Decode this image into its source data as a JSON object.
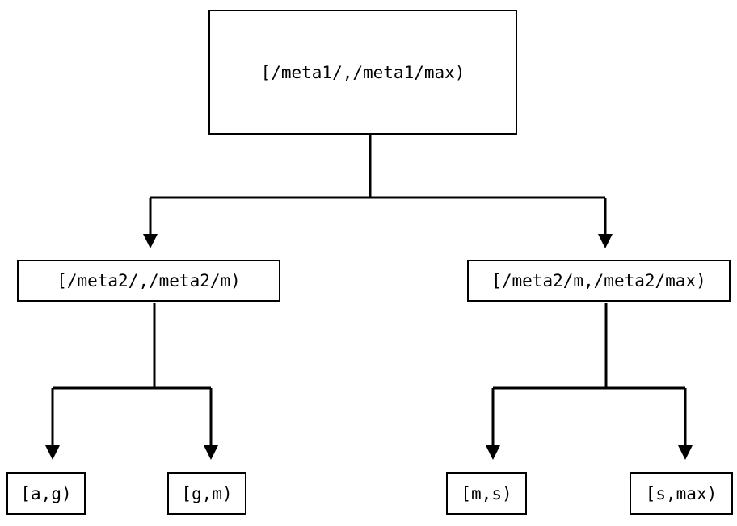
{
  "diagram": {
    "kind": "range-partition-tree",
    "background_color": "#ffffff",
    "line_color": "#000000",
    "box_fill": "#ffffff",
    "nodes": {
      "root": {
        "label": "[/meta1/,/meta1/max)"
      },
      "mid_left": {
        "label": "[/meta2/,/meta2/m)"
      },
      "mid_right": {
        "label": "[/meta2/m,/meta2/max)"
      },
      "leaf_1": {
        "label": "[a,g)"
      },
      "leaf_2": {
        "label": "[g,m)"
      },
      "leaf_3": {
        "label": "[m,s)"
      },
      "leaf_4": {
        "label": "[s,max)"
      }
    },
    "edges": [
      {
        "from": "root",
        "to": "mid_left",
        "arrow": "down-triangle"
      },
      {
        "from": "root",
        "to": "mid_right",
        "arrow": "down-triangle"
      },
      {
        "from": "mid_left",
        "to": "leaf_1",
        "arrow": "down-triangle"
      },
      {
        "from": "mid_left",
        "to": "leaf_2",
        "arrow": "down-triangle"
      },
      {
        "from": "mid_right",
        "to": "leaf_3",
        "arrow": "down-triangle"
      },
      {
        "from": "mid_right",
        "to": "leaf_4",
        "arrow": "down-triangle"
      }
    ]
  }
}
